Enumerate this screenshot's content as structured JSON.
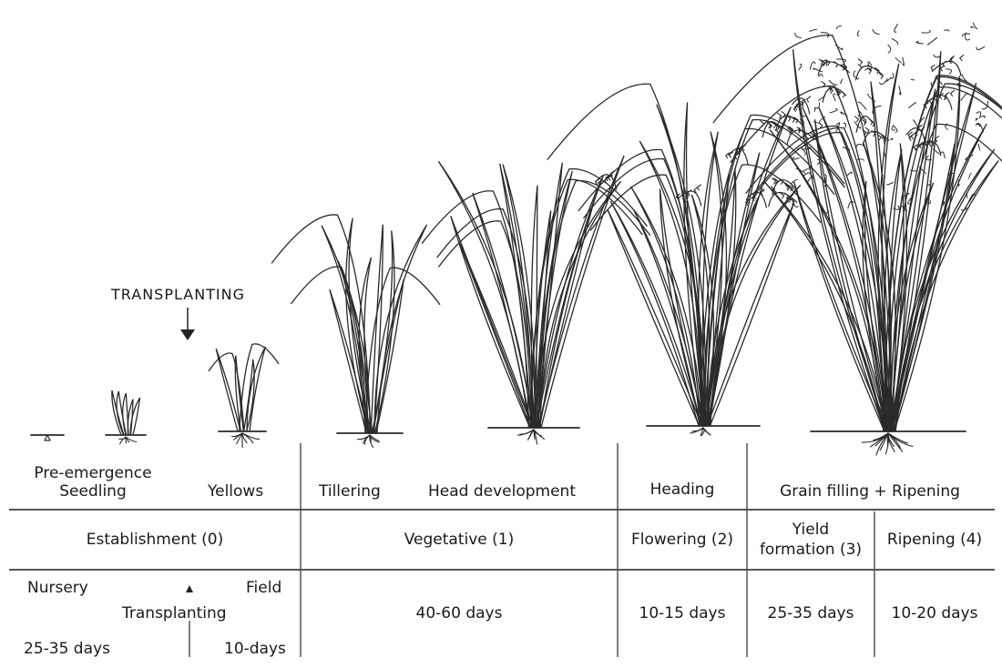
{
  "annotation": {
    "transplanting_caps": "TRANSPLANTING"
  },
  "stages": {
    "pre_emergence": "Pre-emergence",
    "seedling": "Seedling",
    "yellows": "Yellows",
    "tillering": "Tillering",
    "head_development": "Head development",
    "heading": "Heading",
    "grain_filling": "Grain filling + Ripening"
  },
  "phases": {
    "establishment": "Establishment (0)",
    "vegetative": "Vegetative (1)",
    "flowering": "Flowering (2)",
    "yield_line1": "Yield",
    "yield_line2": "formation (3)",
    "ripening": "Ripening (4)"
  },
  "durations": {
    "nursery": "Nursery",
    "field": "Field",
    "transplanting": "Transplanting",
    "nursery_days": "25-35 days",
    "field_days": "10-days",
    "vegetative_days": "40-60 days",
    "flowering_days": "10-15 days",
    "yield_days": "25-35 days",
    "ripening_days": "10-20 days"
  }
}
